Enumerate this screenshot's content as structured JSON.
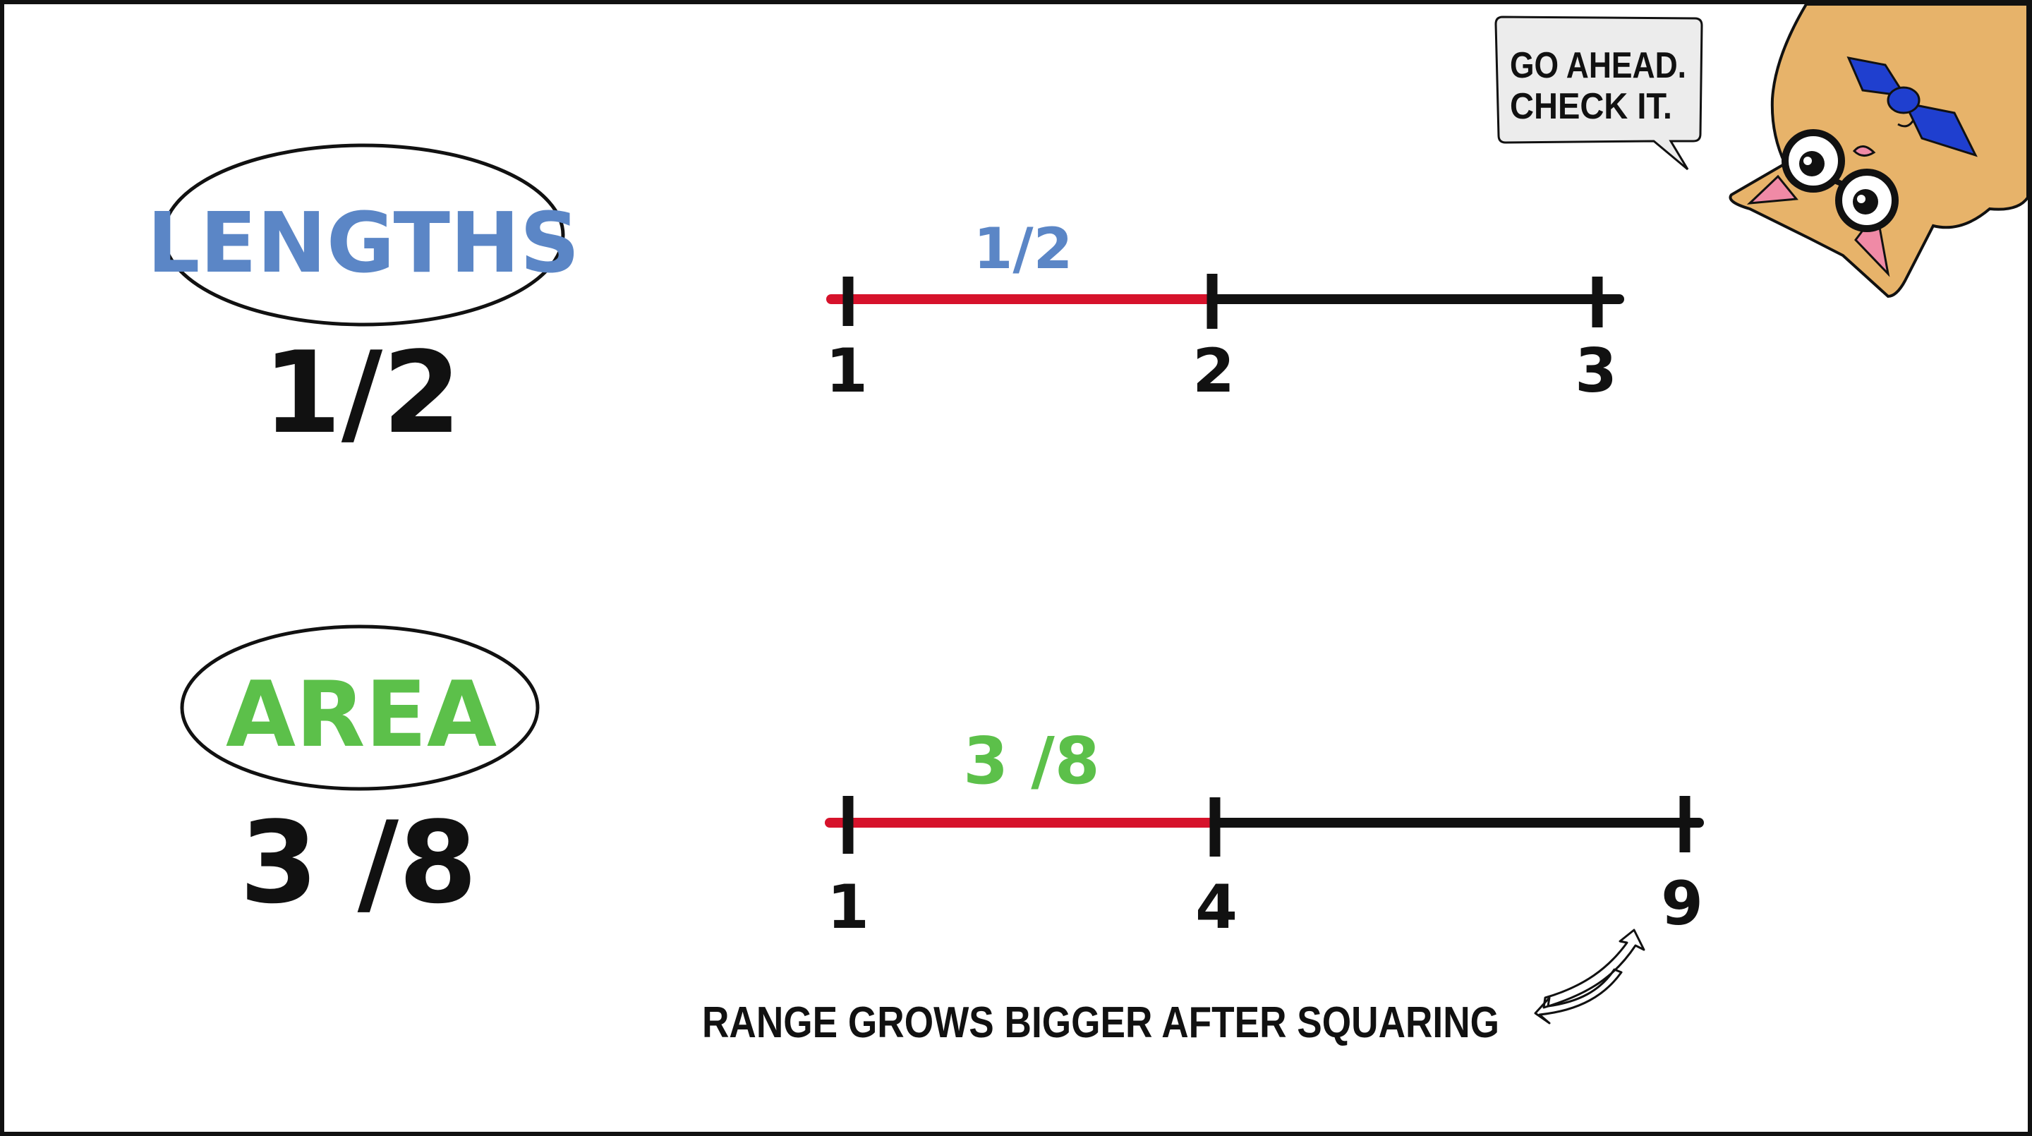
{
  "colors": {
    "lengths_accent": "#5b86c6",
    "area_accent": "#5cc04a",
    "segment_highlight": "#d6122b",
    "line": "#111111",
    "bubble_fill": "#ececec",
    "cat_fur": "#e7b36a",
    "bow": "#1f3fcf"
  },
  "lengths": {
    "label": "LENGTHS",
    "fraction": "1/2",
    "segment_label": "1/2",
    "ticks": [
      "1",
      "2",
      "3"
    ]
  },
  "area": {
    "label": "AREA",
    "fraction": "3 /8",
    "segment_label": "3 /8",
    "ticks": [
      "1",
      "4",
      "9"
    ]
  },
  "caption": "RANGE GROWS BIGGER AFTER SQUARING",
  "speech_bubble": {
    "line1": "GO AHEAD.",
    "line2": "CHECK IT."
  },
  "icons": {
    "mascot": "cat-mascot-icon",
    "arrows": "double-curved-arrow-icon"
  }
}
